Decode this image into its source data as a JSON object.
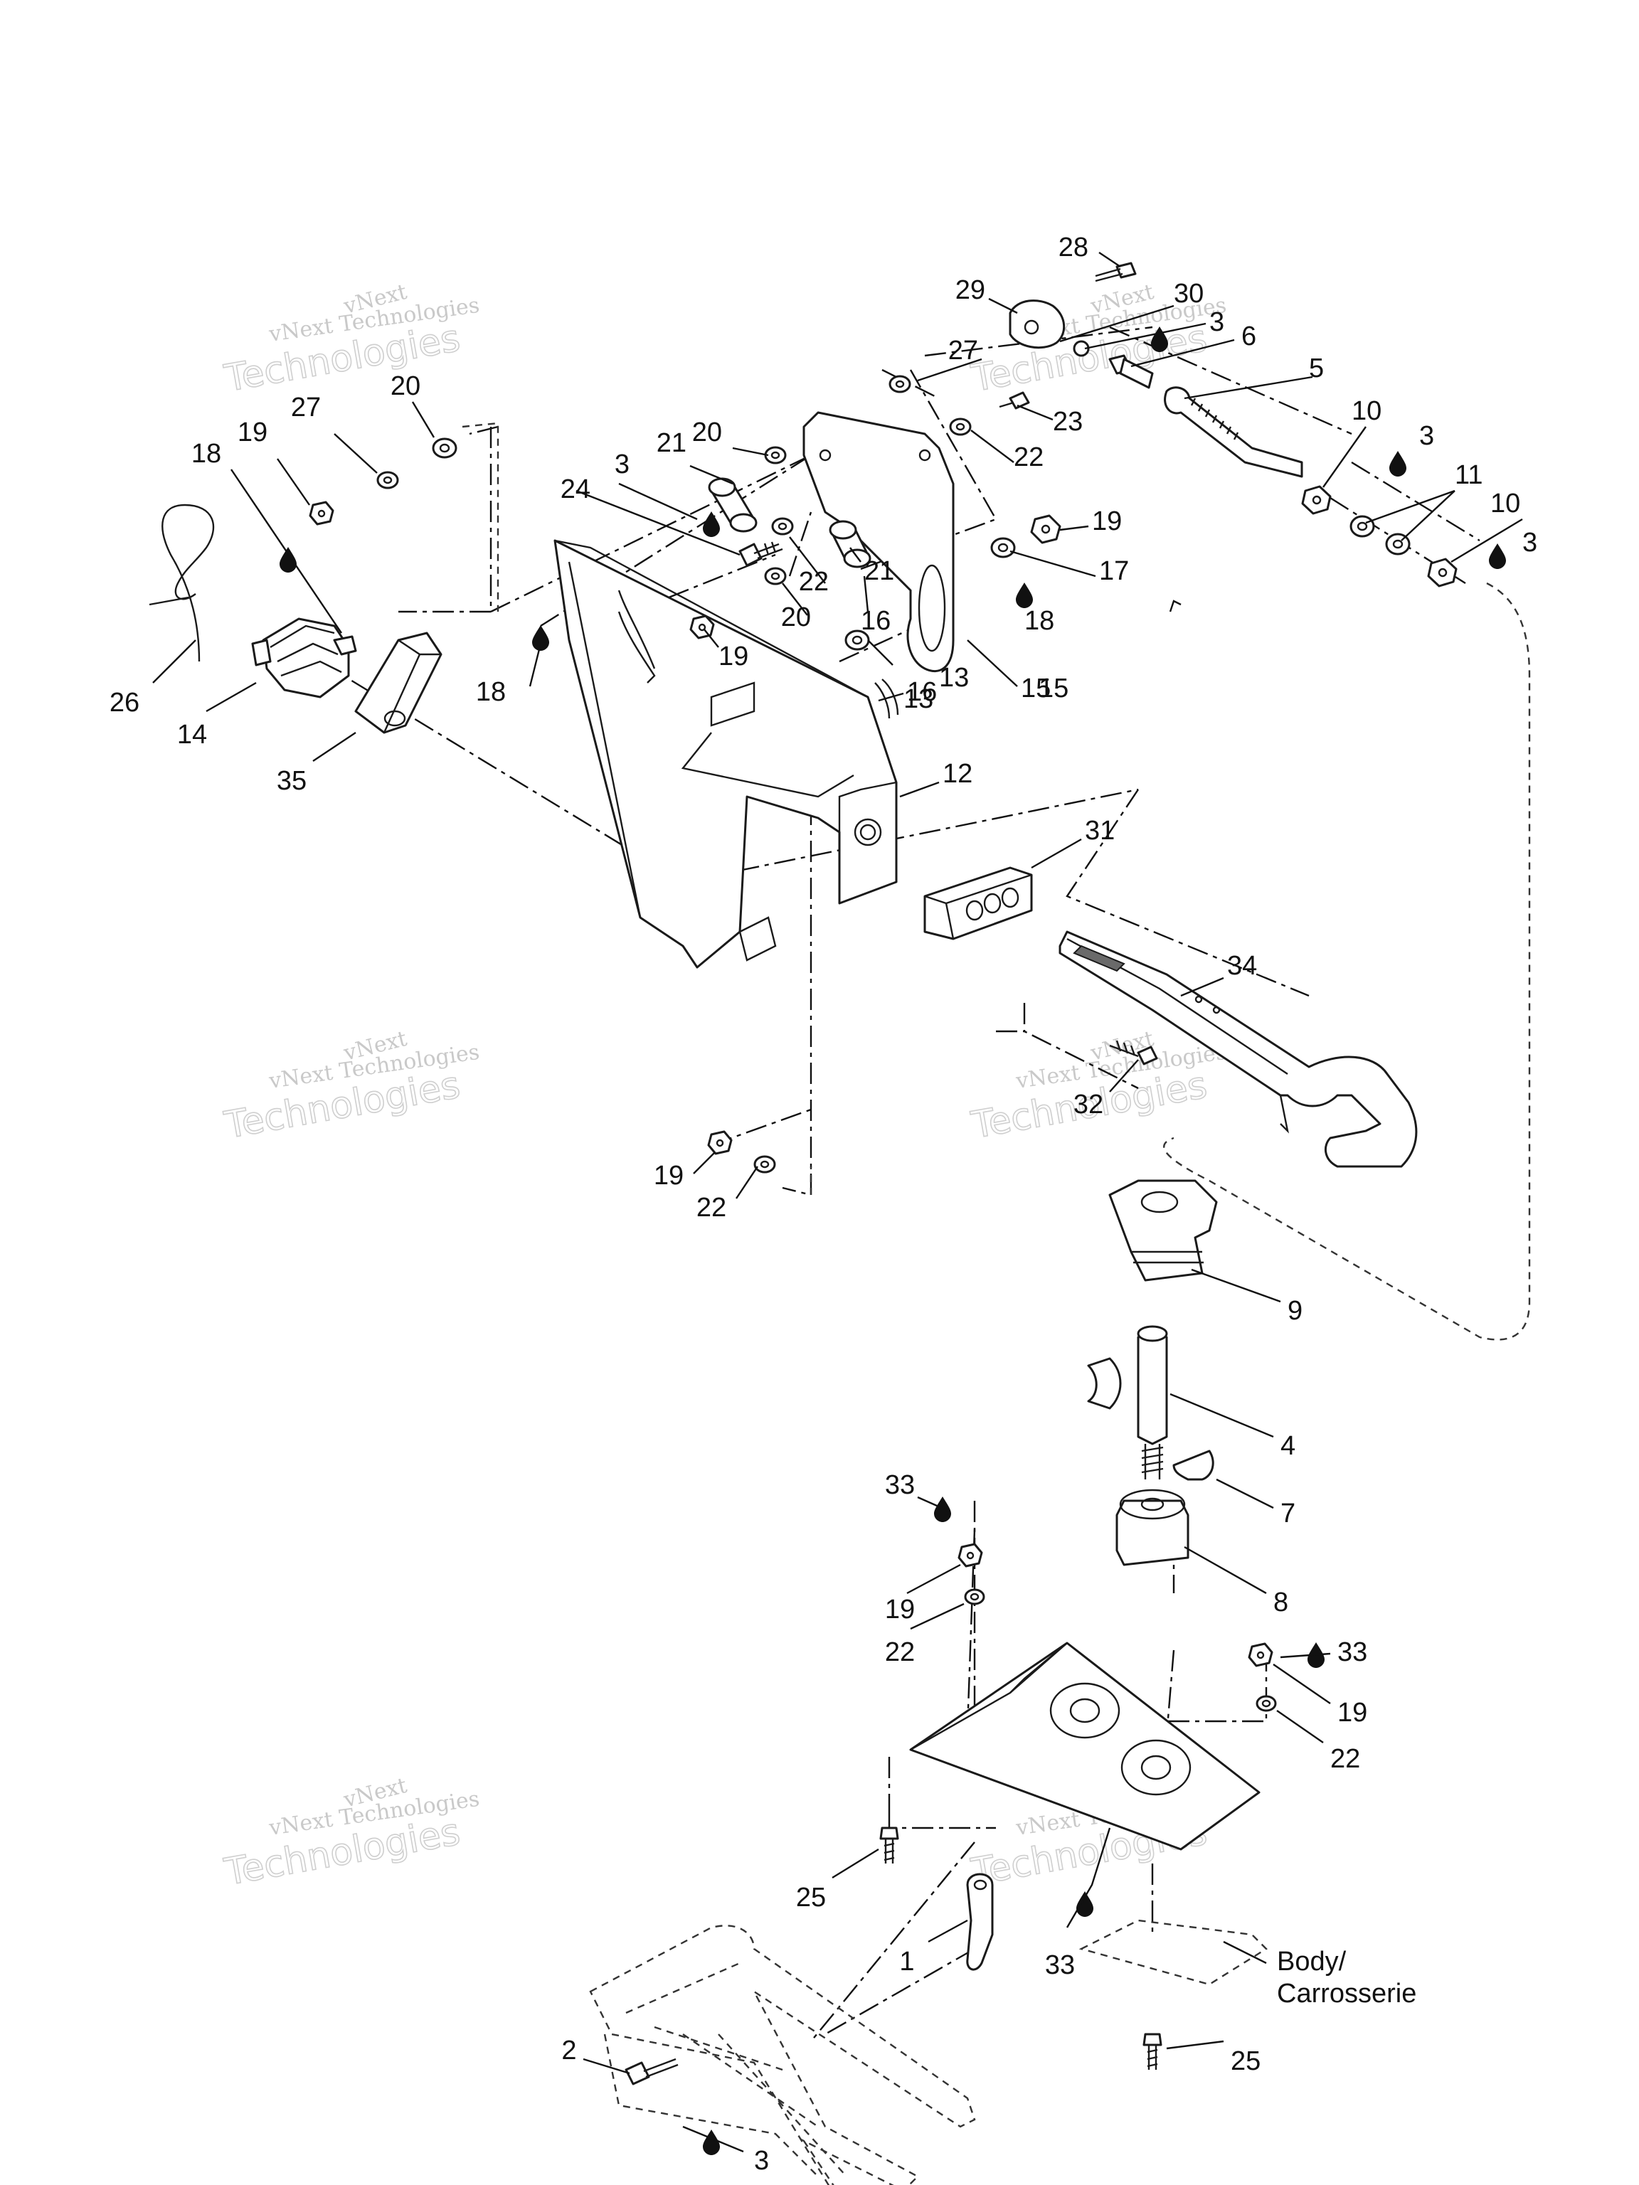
{
  "watermark": {
    "line1": "vNext",
    "line2": "vNext Technologies",
    "line3": "Technologies"
  },
  "callouts": {
    "c1": "1",
    "c2": "2",
    "c3": "3",
    "c4": "4",
    "c5": "5",
    "c6": "6",
    "c7": "7",
    "c8": "8",
    "c9": "9",
    "c10": "10",
    "c11": "11",
    "c12": "12",
    "c13": "13",
    "c14": "14",
    "c15": "15",
    "c16": "16",
    "c17": "17",
    "c18": "18",
    "c19": "19",
    "c20": "20",
    "c21": "21",
    "c22": "22",
    "c23": "23",
    "c24": "24",
    "c25": "25",
    "c26": "26",
    "c27": "27",
    "c28": "28",
    "c29": "29",
    "c30": "30",
    "c31": "31",
    "c32": "32",
    "c33": "33",
    "c34": "34",
    "c35": "35"
  },
  "body_label": {
    "line1": "Body/",
    "line2": "Carrosserie"
  },
  "icons": [
    "sealant-drop-icon"
  ]
}
